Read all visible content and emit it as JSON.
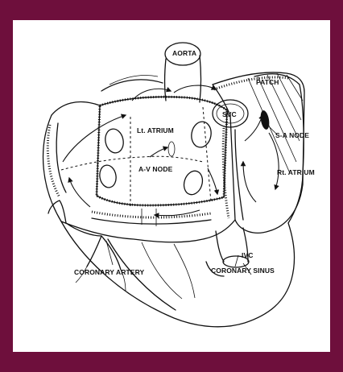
{
  "diagram": {
    "labels": {
      "aorta": "AORTA",
      "patch": "PATCH",
      "svc": "SVC",
      "sa_node": "S-A NODE",
      "lt_atrium": "Lt. ATRIUM",
      "av_node": "A-V NODE",
      "rt_atrium": "Rt. ATRIUM",
      "ivc": "IVC",
      "coronary_artery": "CORONARY ARTERY",
      "coronary_sinus": "CORONARY SINUS"
    }
  },
  "colors": {
    "frame": "#6e0f3c",
    "background": "#ffffff",
    "ink": "#111111"
  }
}
